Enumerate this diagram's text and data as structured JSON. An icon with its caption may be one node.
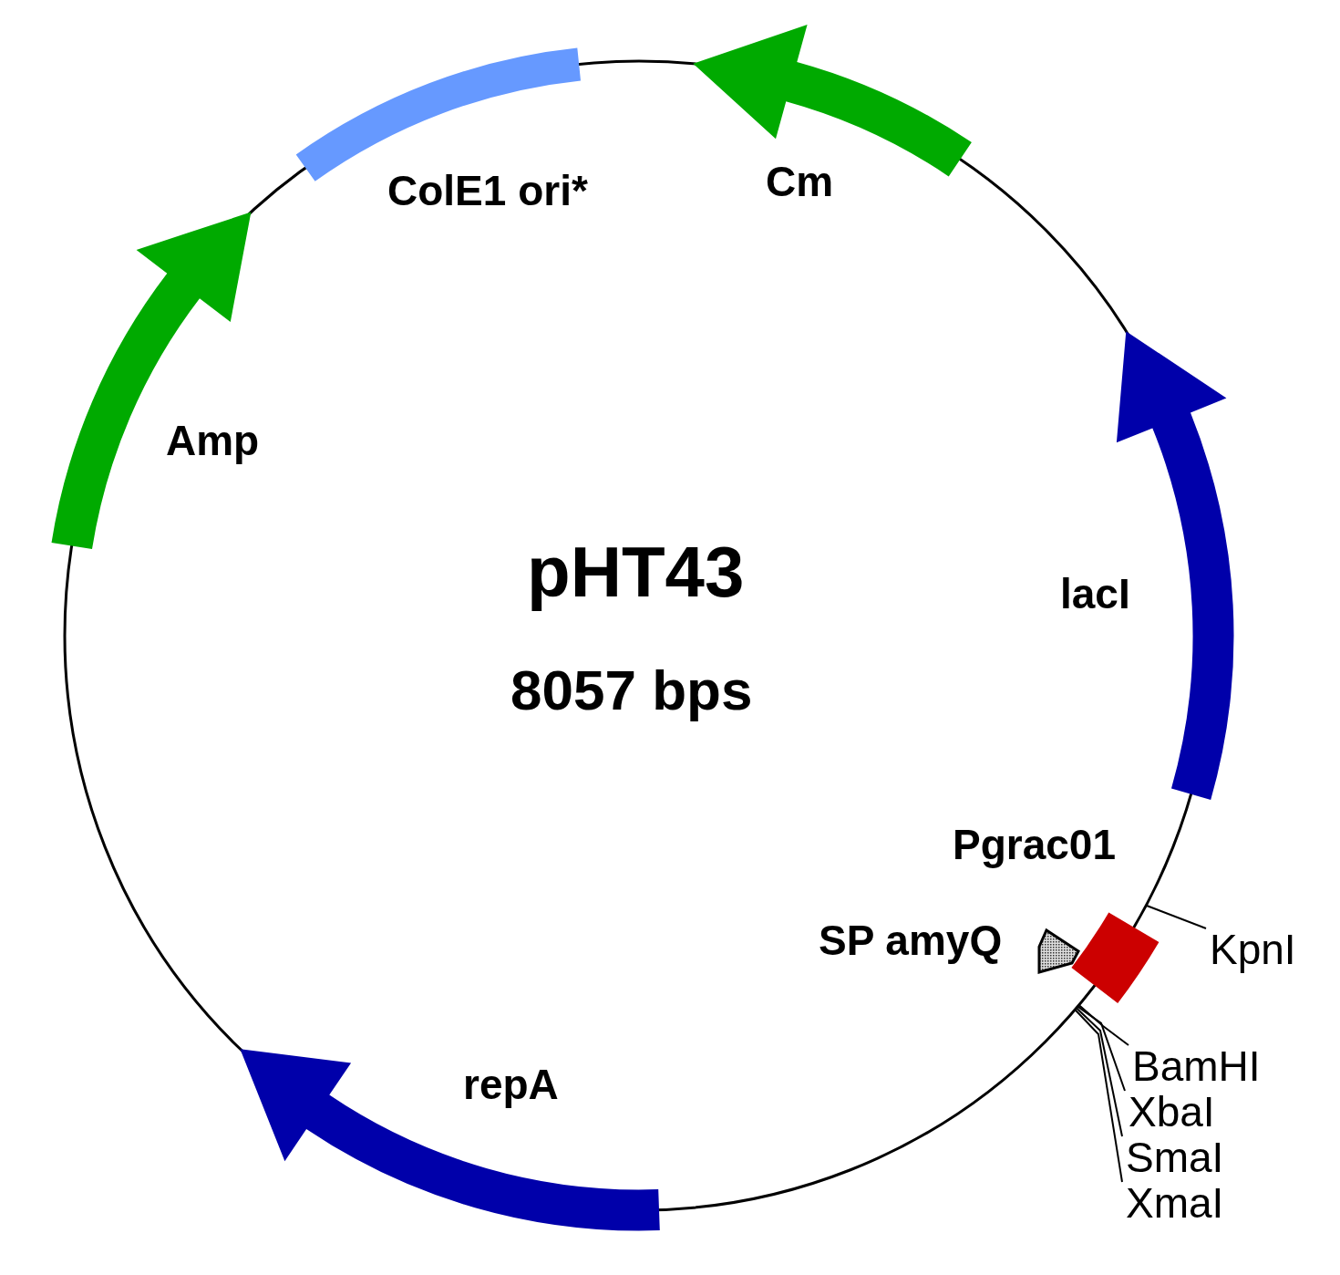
{
  "diagram": {
    "title": "pHT43",
    "nodes": [
      {
        "text": [],
        "shape": "circle"
      },
      {
        "text": [
          "ColE1 ori*"
        ],
        "in": 0
      },
      {
        "text": [
          "Cm"
        ],
        "in": 0
      },
      {
        "text": [
          "Amp"
        ],
        "in": 0
      },
      {
        "text": [
          "lacI"
        ],
        "in": 0
      },
      {
        "text": [
          "Pgrac01"
        ],
        "in": 0
      },
      {
        "text": [
          "SP amyQ"
        ],
        "in": 0
      },
      {
        "text": [
          "KpnI"
        ]
      },
      {
        "text": [
          "BamHI"
        ]
      },
      {
        "text": [
          "XbaI"
        ]
      },
      {
        "text": [
          "SmaI"
        ]
      },
      {
        "text": [
          "XmaI"
        ]
      },
      {
        "text": [
          "repA"
        ],
        "in": 0
      }
    ],
    "edges": [
      {
        "from": 7,
        "to": 0,
        "arrow": "none"
      },
      {
        "from": 8,
        "to": 0,
        "arrow": "none"
      },
      {
        "from": 9,
        "to": 0,
        "arrow": "none"
      },
      {
        "from": 10,
        "to": 0,
        "arrow": "none"
      },
      {
        "from": 11,
        "to": 0,
        "arrow": "none"
      }
    ],
    "labels": [
      "8057 bps"
    ]
  }
}
